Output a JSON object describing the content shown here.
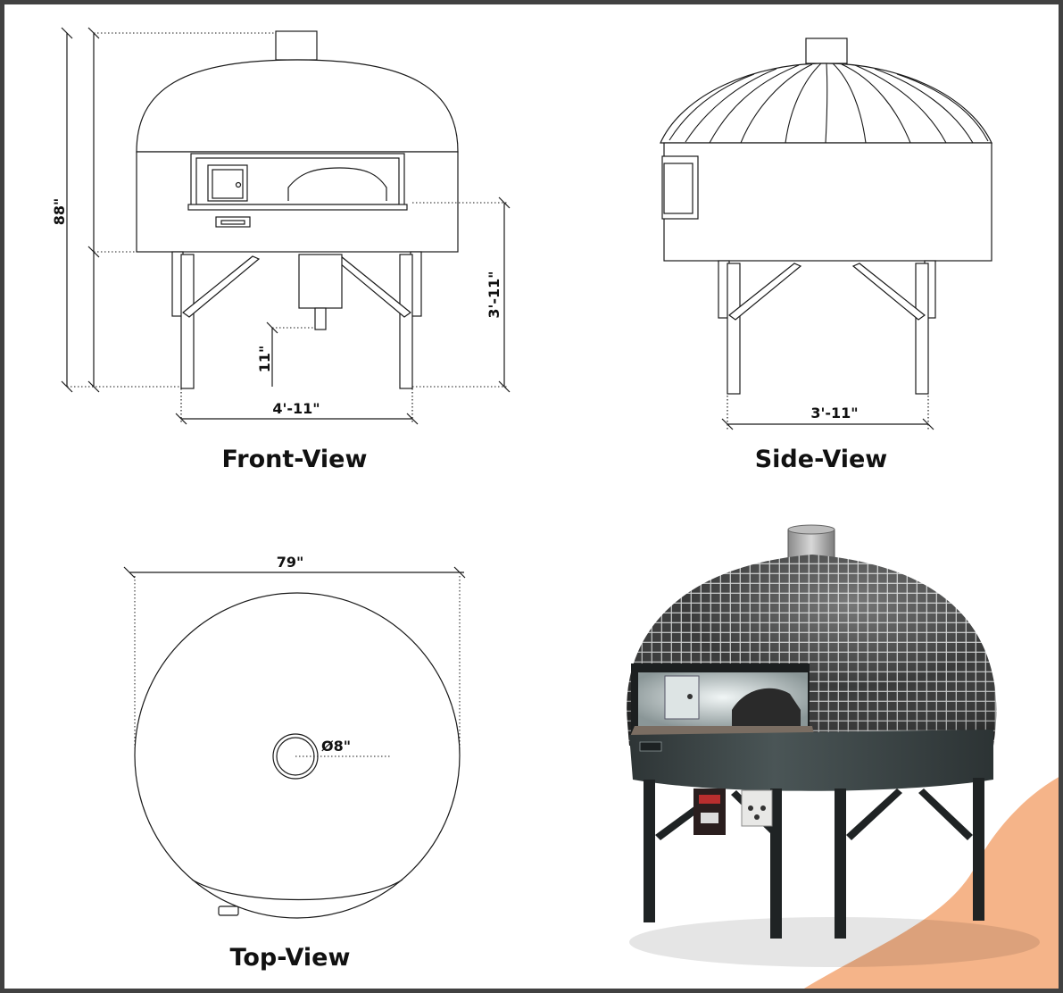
{
  "views": {
    "front": {
      "title": "Front-View",
      "dims": {
        "height_total": "88\"",
        "width": "4'-11\"",
        "stand_height": "3'-11\"",
        "gap": "11\""
      }
    },
    "side": {
      "title": "Side-View",
      "dims": {
        "width": "3'-11\""
      }
    },
    "top": {
      "title": "Top-View",
      "dims": {
        "diameter": "79\"",
        "flue": "Ø8\""
      }
    }
  },
  "colors": {
    "frame": "#414141",
    "line": "#1a1a1a",
    "tile": "#3f4040",
    "band": "#3c4546",
    "accent": "#f5b489"
  }
}
